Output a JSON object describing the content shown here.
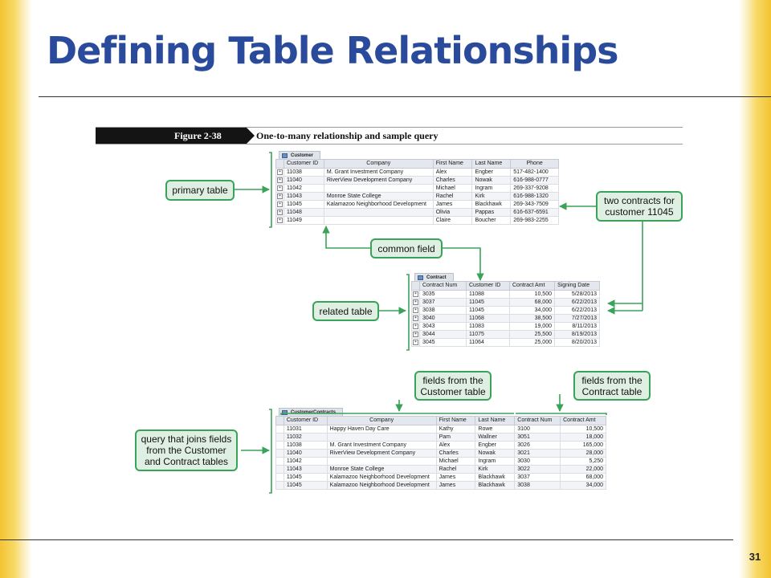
{
  "slide": {
    "title": "Defining Table Relationships",
    "page_number": "31"
  },
  "figure": {
    "label": "Figure 2-38",
    "caption": "One-to-many relationship and sample query"
  },
  "colors": {
    "title": "#2a4b9b",
    "accent_green": "#3aa35a",
    "callout_fill": "#dff0e2",
    "side_strip": "#f3c432"
  },
  "callouts": {
    "primary_table": "primary table",
    "two_contracts": [
      "two contracts for",
      "customer 11045"
    ],
    "common_field": "common field",
    "related_table": "related table",
    "fields_customer": [
      "fields from the",
      "Customer table"
    ],
    "fields_contract": [
      "fields from the",
      "Contract table"
    ],
    "query_joins": [
      "query that joins fields",
      "from the Customer",
      "and Contract tables"
    ]
  },
  "customer_table": {
    "tab_name": "Customer",
    "columns": [
      "Customer ID",
      "Company",
      "First Name",
      "Last Name",
      "Phone"
    ],
    "rows": [
      [
        "11038",
        "M. Grant Investment Company",
        "Alex",
        "Engber",
        "517-482-1400"
      ],
      [
        "11040",
        "RiverView Development Company",
        "Charles",
        "Nowak",
        "616-988-0777"
      ],
      [
        "11042",
        "",
        "Michael",
        "Ingram",
        "269-337-9208"
      ],
      [
        "11043",
        "Monroe State College",
        "Rachel",
        "Kirk",
        "616-988-1320"
      ],
      [
        "11045",
        "Kalamazoo Neighborhood Development",
        "James",
        "Blackhawk",
        "269-343-7509"
      ],
      [
        "11048",
        "",
        "Olivia",
        "Pappas",
        "616-637-6591"
      ],
      [
        "11049",
        "",
        "Claire",
        "Boucher",
        "269-983-2255"
      ]
    ]
  },
  "contract_table": {
    "tab_name": "Contract",
    "columns": [
      "Contract Num",
      "Customer ID",
      "Contract Amt",
      "Signing Date"
    ],
    "rows": [
      [
        "3035",
        "11088",
        "10,500",
        "5/28/2013"
      ],
      [
        "3037",
        "11045",
        "68,000",
        "6/22/2013"
      ],
      [
        "3038",
        "11045",
        "34,000",
        "6/22/2013"
      ],
      [
        "3040",
        "11068",
        "38,500",
        "7/27/2013"
      ],
      [
        "3043",
        "11083",
        "19,000",
        "8/11/2013"
      ],
      [
        "3044",
        "11075",
        "25,500",
        "8/19/2013"
      ],
      [
        "3045",
        "11064",
        "25,000",
        "8/20/2013"
      ]
    ]
  },
  "query_table": {
    "tab_name": "CustomerContracts",
    "columns": [
      "Customer ID",
      "Company",
      "First Name",
      "Last Name",
      "Contract Num",
      "Contract Amt"
    ],
    "rows": [
      [
        "11031",
        "Happy Haven Day Care",
        "Kathy",
        "Rowe",
        "3100",
        "10,500"
      ],
      [
        "11032",
        "",
        "Pam",
        "Wallner",
        "3051",
        "18,000"
      ],
      [
        "11038",
        "M. Grant Investment Company",
        "Alex",
        "Engber",
        "3026",
        "165,000"
      ],
      [
        "11040",
        "RiverView Development Company",
        "Charles",
        "Nowak",
        "3021",
        "28,000"
      ],
      [
        "11042",
        "",
        "Michael",
        "Ingram",
        "3030",
        "5,250"
      ],
      [
        "11043",
        "Monroe State College",
        "Rachel",
        "Kirk",
        "3022",
        "22,000"
      ],
      [
        "11045",
        "Kalamazoo Neighborhood Development",
        "James",
        "Blackhawk",
        "3037",
        "68,000"
      ],
      [
        "11045",
        "Kalamazoo Neighborhood Development",
        "James",
        "Blackhawk",
        "3038",
        "34,000"
      ]
    ]
  }
}
